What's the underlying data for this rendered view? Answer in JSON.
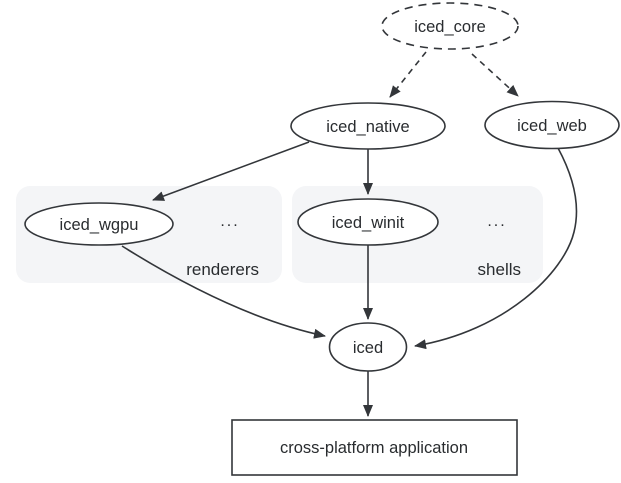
{
  "colors": {
    "accent": "#1a73e8",
    "stroke": "#33363a",
    "text": "#292c2f",
    "group_fill": "#f4f5f7"
  },
  "nodes": {
    "iced_core": {
      "label": "iced_core",
      "shape": "dashed-ellipse"
    },
    "iced_native": {
      "label": "iced_native",
      "shape": "ellipse"
    },
    "iced_web": {
      "label": "iced_web",
      "shape": "ellipse"
    },
    "iced_wgpu": {
      "label": "iced_wgpu",
      "shape": "ellipse"
    },
    "iced_winit": {
      "label": "iced_winit",
      "shape": "ellipse"
    },
    "iced": {
      "label": "iced",
      "shape": "ellipse"
    },
    "application": {
      "label": "cross-platform application",
      "shape": "rectangle"
    }
  },
  "groups": {
    "renderers": {
      "label": "renderers",
      "ellipsis": "...",
      "contains": [
        "iced_wgpu"
      ]
    },
    "shells": {
      "label": "shells",
      "ellipsis": "...",
      "contains": [
        "iced_winit"
      ]
    }
  },
  "edges": [
    {
      "from": "iced_core",
      "to": "iced_native",
      "style": "dashed"
    },
    {
      "from": "iced_core",
      "to": "iced_web",
      "style": "dashed"
    },
    {
      "from": "iced_native",
      "to": "iced_wgpu",
      "style": "solid"
    },
    {
      "from": "iced_native",
      "to": "iced_winit",
      "style": "solid"
    },
    {
      "from": "iced_wgpu",
      "to": "iced",
      "style": "solid"
    },
    {
      "from": "iced_winit",
      "to": "iced",
      "style": "solid"
    },
    {
      "from": "iced_web",
      "to": "iced",
      "style": "solid"
    },
    {
      "from": "iced",
      "to": "application",
      "style": "solid"
    }
  ]
}
